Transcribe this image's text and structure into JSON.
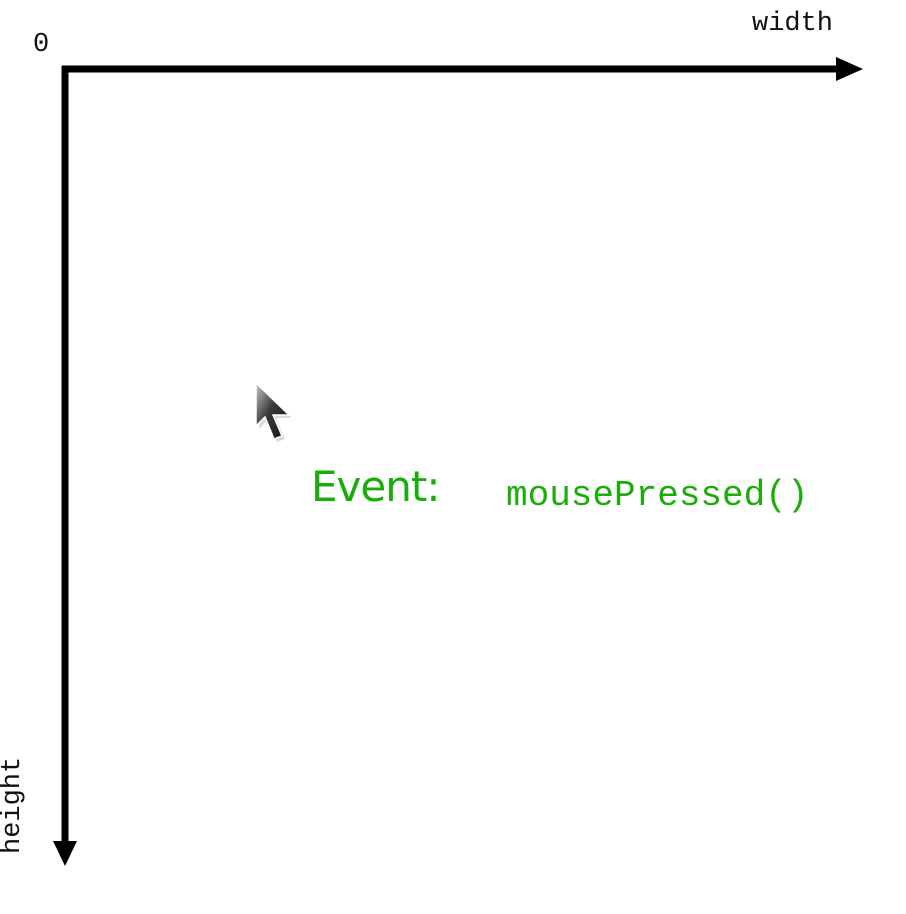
{
  "axes": {
    "origin_label": "0",
    "x_label": "width",
    "y_label": "height",
    "color": "#000000"
  },
  "event": {
    "label": "Event:",
    "name": "mousePressed()",
    "color": "#1aad0a"
  },
  "cursor": {
    "icon": "mouse-pointer-arrow-icon"
  }
}
